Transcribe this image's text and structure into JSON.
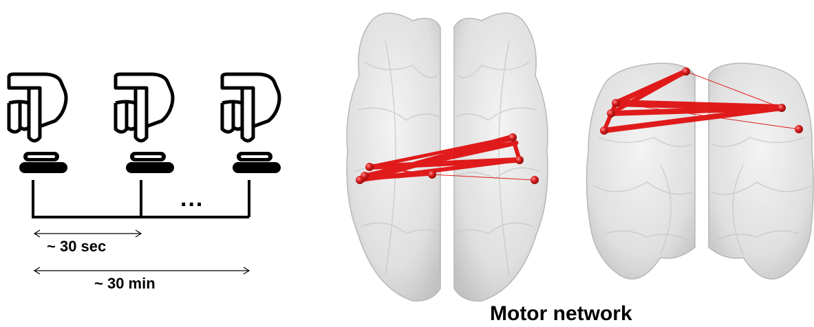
{
  "timeline": {
    "interval_short": "~ 30 sec",
    "interval_long": "~ 30 min",
    "continuation": "..."
  },
  "brain_panel": {
    "title": "Motor network",
    "connection_color": "#e01010",
    "node_color": "#d61a1a",
    "brain_color": "#d4d4d4"
  },
  "icons": [
    "pointing-hand-icon",
    "push-button-icon"
  ]
}
